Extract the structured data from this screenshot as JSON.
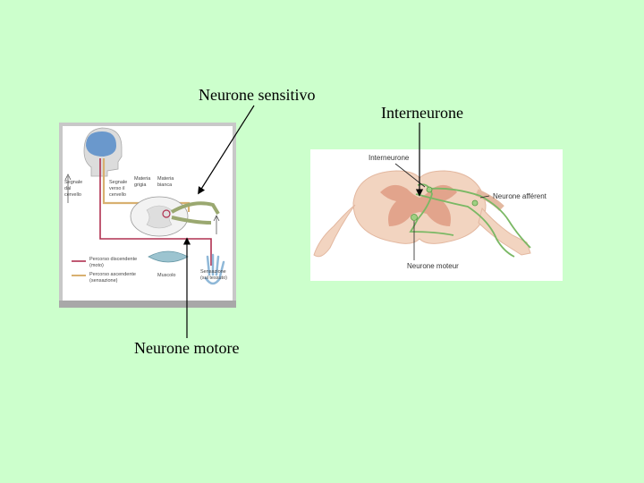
{
  "slide": {
    "callouts": {
      "sensory": "Neurone sensitivo",
      "inter": "Interneurone",
      "motor": "Neurone motore"
    },
    "figure_left": {
      "labels": {
        "brain_signal": [
          "Segnale",
          "dal",
          "cervello"
        ],
        "signal_to_brain": [
          "Segnale",
          "verso il",
          "cervello"
        ],
        "grey_matter": [
          "Materia",
          "grigia"
        ],
        "white_matter": [
          "Materia",
          "bianca"
        ],
        "legend_desc": [
          "Percorso discendente",
          "(moto)"
        ],
        "legend_asc": [
          "Percorso ascendente",
          "(sensazione)"
        ],
        "muscle": "Muscolo",
        "sensation": [
          "Sensazione",
          "(sul tessuto)"
        ]
      },
      "colors": {
        "descending": "#b03050",
        "ascending": "#d8b070",
        "brain": "#6a98cc"
      }
    },
    "figure_right": {
      "labels": {
        "interneuron": "Interneurone",
        "afferent": "Neurone afférent",
        "motor": "Neurone moteur"
      },
      "colors": {
        "cord": "#f2d4c0",
        "grey": "#e2a48c",
        "neuron": "#7ab864"
      }
    }
  }
}
